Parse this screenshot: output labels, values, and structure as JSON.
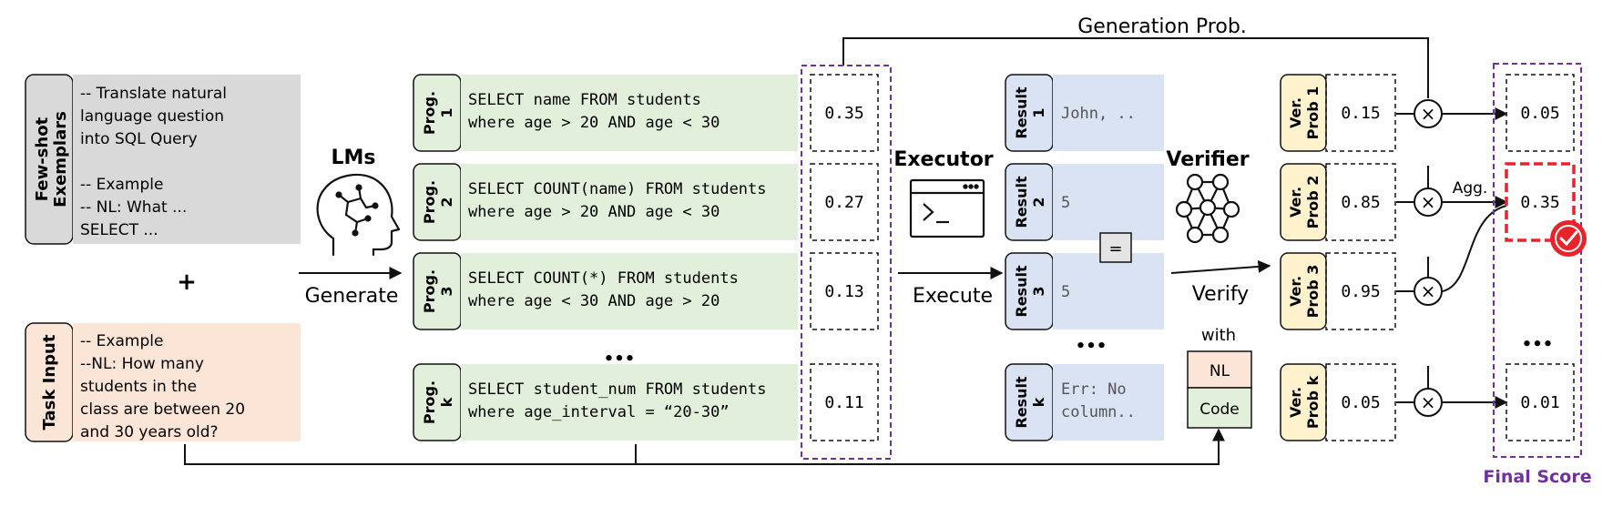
{
  "header": {
    "generation_prob": "Generation Prob."
  },
  "prompt": {
    "exemplars_tab": [
      "Few-shot",
      "Exemplars"
    ],
    "exemplar_lines": [
      "-- Translate natural",
      "language question",
      "into SQL Query",
      "",
      "-- Example",
      "-- NL: What ...",
      "SELECT ..."
    ],
    "plus": "+",
    "task_tab": "Task Input",
    "task_lines": [
      "-- Example",
      "--NL: How many",
      "students in the",
      "class are between 20",
      "and 30 years old?"
    ]
  },
  "lms": {
    "title": "LMs",
    "edge_label": "Generate",
    "icon": "brain-head-icon"
  },
  "programs": [
    {
      "tab": [
        "Prog.",
        "1"
      ],
      "code": [
        "SELECT name FROM students",
        "  where age > 20 AND age < 30"
      ],
      "prob": "0.35"
    },
    {
      "tab": [
        "Prog.",
        "2"
      ],
      "code": [
        "SELECT COUNT(name) FROM students",
        "  where age > 20 AND age < 30"
      ],
      "prob": "0.27"
    },
    {
      "tab": [
        "Prog.",
        "3"
      ],
      "code": [
        "SELECT COUNT(*) FROM students",
        "where age < 30 AND age > 20"
      ],
      "prob": "0.13"
    },
    {
      "tab": [
        "Prog.",
        "k"
      ],
      "code": [
        "SELECT student_num FROM students",
        "  where age_interval = “20-30”"
      ],
      "prob": "0.11"
    }
  ],
  "programs_ellipsis": "•••",
  "executor": {
    "title": "Executor",
    "edge_label": "Execute",
    "icon": "terminal-icon"
  },
  "results": [
    {
      "tab": [
        "Result",
        "1"
      ],
      "value": "John, .."
    },
    {
      "tab": [
        "Result",
        "2"
      ],
      "value": "5"
    },
    {
      "tab": [
        "Result",
        "3"
      ],
      "value": "5"
    },
    {
      "tab": [
        "Result",
        "k"
      ],
      "value": [
        "Err: No",
        "column.."
      ]
    }
  ],
  "results_ellipsis": "•••",
  "equals": "=",
  "verifier": {
    "title": "Verifier",
    "edge_label": "Verify",
    "with": "with",
    "nl": "NL",
    "code": "Code",
    "icon": "neural-network-icon"
  },
  "verifier_probs": [
    {
      "tab": [
        "Ver.",
        "Prob 1"
      ],
      "value": "0.15"
    },
    {
      "tab": [
        "Ver.",
        "Prob 2"
      ],
      "value": "0.85"
    },
    {
      "tab": [
        "Ver.",
        "Prob 3"
      ],
      "value": "0.95"
    },
    {
      "tab": [
        "Ver.",
        "Prob k"
      ],
      "value": "0.05"
    }
  ],
  "multiply": "×",
  "agg": "Agg.",
  "final_scores": [
    "0.05",
    "0.35",
    "0.01"
  ],
  "final_ellipsis": "•••",
  "final_label": "Final Score",
  "colors": {
    "gray": "#d9d9d9",
    "peach": "#fbe5d6",
    "green": "#e2efda",
    "blue": "#dae3f3",
    "yellow": "#fff2cc",
    "purple": "#7030a0",
    "red": "#e8232a",
    "line": "#111111"
  }
}
